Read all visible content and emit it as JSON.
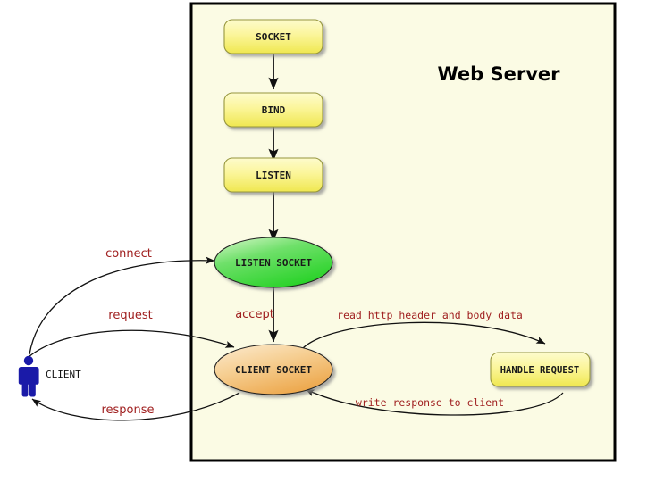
{
  "diagram": {
    "title": "Web Server",
    "background_color": "#ffffff",
    "server_panel_color": "#fbfbe4",
    "server_panel_border": "#000000",
    "accent_label_color": "#a02020",
    "client": {
      "label": "CLIENT",
      "figure_color": "#1a1aa8",
      "icon": "person-icon"
    },
    "nodes": [
      {
        "id": "socket",
        "label": "SOCKET",
        "shape": "rounded-rect",
        "fill": "#f5f06e"
      },
      {
        "id": "bind",
        "label": "BIND",
        "shape": "rounded-rect",
        "fill": "#f5f06e"
      },
      {
        "id": "listen",
        "label": "LISTEN",
        "shape": "rounded-rect",
        "fill": "#f5f06e"
      },
      {
        "id": "listen-socket",
        "label": "LISTEN SOCKET",
        "shape": "ellipse",
        "fill": "#3ddd3d"
      },
      {
        "id": "client-socket",
        "label": "CLIENT SOCKET",
        "shape": "ellipse",
        "fill": "#f0b45a"
      },
      {
        "id": "handle-request",
        "label": "HANDLE REQUEST",
        "shape": "rounded-rect",
        "fill": "#f5f06e"
      }
    ],
    "edges": [
      {
        "id": "socket-bind",
        "label": "",
        "from": "socket",
        "to": "bind"
      },
      {
        "id": "bind-listen",
        "label": "",
        "from": "bind",
        "to": "listen"
      },
      {
        "id": "listen-listensocket",
        "label": "",
        "from": "listen",
        "to": "listen-socket"
      },
      {
        "id": "connect",
        "label": "connect",
        "from": "client",
        "to": "listen-socket"
      },
      {
        "id": "accept",
        "label": "accept",
        "from": "listen-socket",
        "to": "client-socket"
      },
      {
        "id": "request",
        "label": "request",
        "from": "client",
        "to": "client-socket"
      },
      {
        "id": "response",
        "label": "response",
        "from": "client-socket",
        "to": "client"
      },
      {
        "id": "read-http",
        "label": "read http header and body data",
        "from": "client-socket",
        "to": "handle-request"
      },
      {
        "id": "write-response",
        "label": "write response to client",
        "from": "handle-request",
        "to": "client-socket"
      }
    ]
  }
}
